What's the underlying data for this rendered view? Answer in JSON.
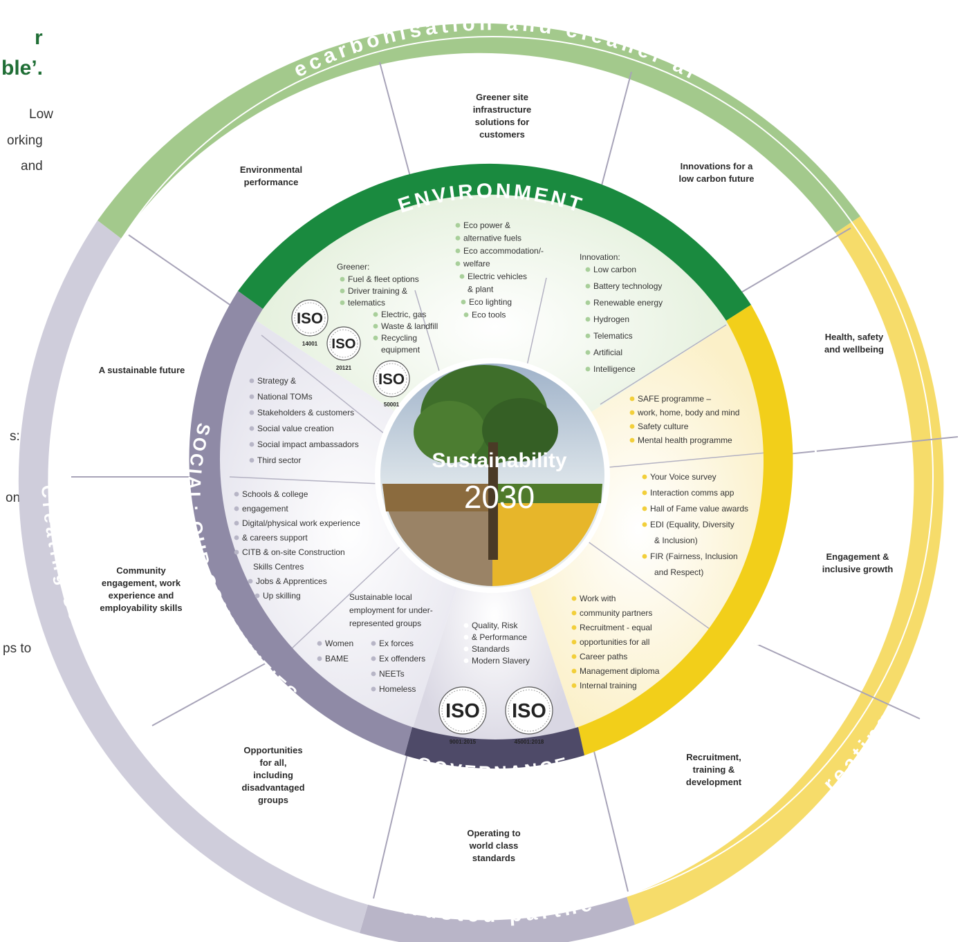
{
  "left_panel": {
    "heading_line_1": "r",
    "heading_line_2": "ble’.",
    "fragments": [
      "Low",
      "orking",
      "and",
      "s:",
      "ons",
      "ps to"
    ]
  },
  "outer_ring": {
    "top": "Decarbonisation and cleaner air",
    "right": "Creating a great place to work",
    "bottom": "A trusted partner",
    "left": "Creating social value"
  },
  "segments": [
    "Greener site infrastructure solutions for customers",
    "Innovations for a low carbon future",
    "Health, safety and wellbeing",
    "Engagement & inclusive growth",
    "Recruitment, training & development",
    "Operating to world class standards",
    "Opportunities for all, including disadvantaged groups",
    "Community engagement, work experience and employability skills",
    "A sustainable future",
    "Environmental performance"
  ],
  "inner_ring": {
    "environment": "ENVIRONMENT",
    "people": "SOCIAL: OUR PEOPLE",
    "governance": "GOVERNANCE",
    "communities": "SOCIAL: OUR COMMUNITIES"
  },
  "center": {
    "line1": "Sustainability",
    "line2": "2030"
  },
  "environment_items": {
    "greener_heading": "Greener:",
    "greener": [
      "Fuel & fleet options",
      "Driver training &",
      "telematics",
      "Electric, gas",
      "Waste & landfill",
      "Recycling",
      "equipment"
    ],
    "eco": [
      "Eco power &",
      "alternative fuels",
      "Eco accommodation/-",
      "welfare",
      "Electric vehicles",
      "& plant",
      "Eco lighting",
      "Eco tools"
    ],
    "innovation_heading": "Innovation:",
    "innovation": [
      "Low carbon",
      "Battery technology",
      "Renewable energy",
      "Hydrogen",
      "Telematics",
      "Artificial",
      "Intelligence"
    ]
  },
  "people_items": {
    "safety": [
      "SAFE programme –",
      "work, home, body and mind",
      "Safety culture",
      "Mental health programme"
    ],
    "engagement": [
      "Your Voice survey",
      "Interaction comms app",
      "Hall of Fame value awards",
      "EDI (Equality, Diversity",
      "& Inclusion)",
      "FIR (Fairness, Inclusion",
      "and Respect)"
    ],
    "recruitment": [
      "Work with",
      "community partners",
      "Recruitment - equal",
      "opportunities for all",
      "Career paths",
      "Management diploma",
      "Internal training"
    ]
  },
  "governance_items": [
    "Quality, Risk",
    "& Performance",
    "Standards",
    "Modern Slavery"
  ],
  "community_items": {
    "strategy": [
      "Strategy &",
      "National TOMs",
      "Stakeholders & customers",
      "Social value creation",
      "Social impact ambassadors",
      "Third sector"
    ],
    "schools": [
      "Schools & college",
      "engagement",
      "Digital/physical work experience",
      "& careers support",
      "CITB & on-site Construction",
      "Skills Centres",
      "Jobs & Apprentices",
      "Up skilling"
    ],
    "local_heading": [
      "Sustainable local",
      "employment for under-",
      "represented groups"
    ],
    "groups_a": [
      "Women",
      "BAME"
    ],
    "groups_b": [
      "Ex forces",
      "Ex offenders",
      "NEETs",
      "Homeless"
    ]
  },
  "iso_badges": {
    "env": [
      {
        "text": "ISO",
        "std": "14001"
      },
      {
        "text": "ISO",
        "std": "20121"
      },
      {
        "text": "ISO",
        "std": "50001"
      }
    ],
    "gov": [
      {
        "text": "ISO",
        "std": "9001:2015"
      },
      {
        "text": "ISO",
        "std": "45001:2018"
      }
    ]
  },
  "colors": {
    "outer_green": "#a3c98c",
    "outer_lilac": "#c9c6d6",
    "outer_yellow": "#f6dc6a",
    "env_green": "#1a8a3f",
    "people_yellow": "#f2cf1a",
    "gov_dark": "#4e4a68",
    "comm_purple": "#8f8aa6",
    "heading_green": "#1f6e35"
  }
}
